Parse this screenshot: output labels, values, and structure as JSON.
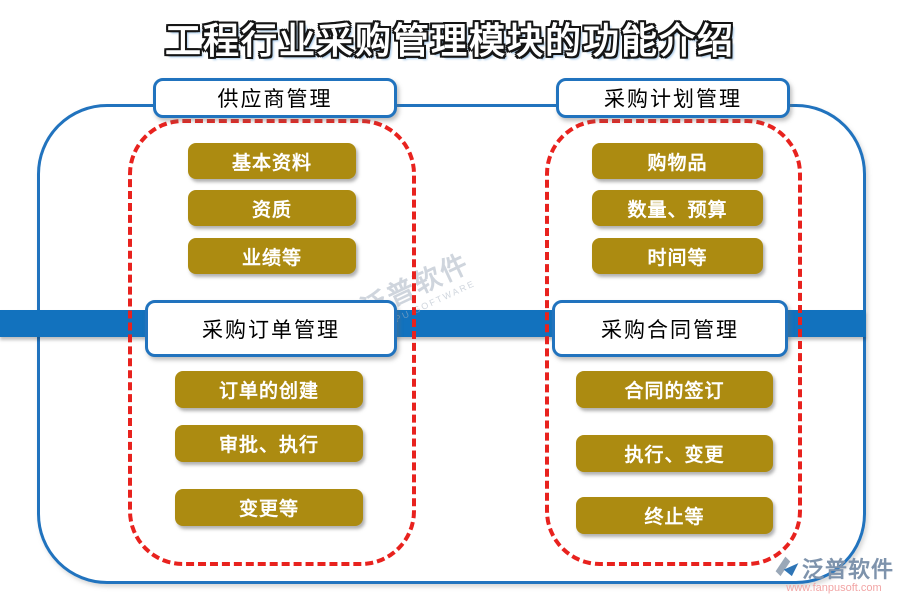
{
  "title": "工程行业采购管理模块的功能介绍",
  "groups": [
    {
      "header": "供应商管理",
      "items": [
        "基本资料",
        "资质",
        "业绩等"
      ]
    },
    {
      "header": "采购计划管理",
      "items": [
        "购物品",
        "数量、预算",
        "时间等"
      ]
    },
    {
      "header": "采购订单管理",
      "items": [
        "订单的创建",
        "审批、执行",
        "变更等"
      ]
    },
    {
      "header": "采购合同管理",
      "items": [
        "合同的签订",
        "执行、变更",
        "终止等"
      ]
    }
  ],
  "watermarks": {
    "center": {
      "brand": "泛普软件",
      "latin": "FANPU SOFTWARE"
    },
    "corner": {
      "brand": "泛普软件",
      "url": "www.fanpusoft.com"
    }
  },
  "colors": {
    "frame_blue": "#2173BE",
    "bar_blue": "#1272BE",
    "dashed_red": "#E8221E",
    "button_gold": "#AC8B11"
  }
}
